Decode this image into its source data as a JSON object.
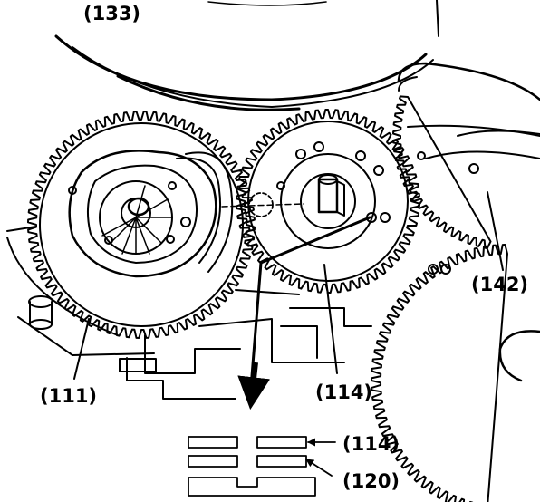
{
  "diagram": {
    "labels": {
      "gear_133": "(133)",
      "gear_142": "(142)",
      "gear_111": "(111)",
      "gear_114": "(114)",
      "detail_114": "(114)",
      "detail_120": "(120)"
    },
    "colors": {
      "ink": "#000000",
      "paper": "#ffffff"
    }
  }
}
